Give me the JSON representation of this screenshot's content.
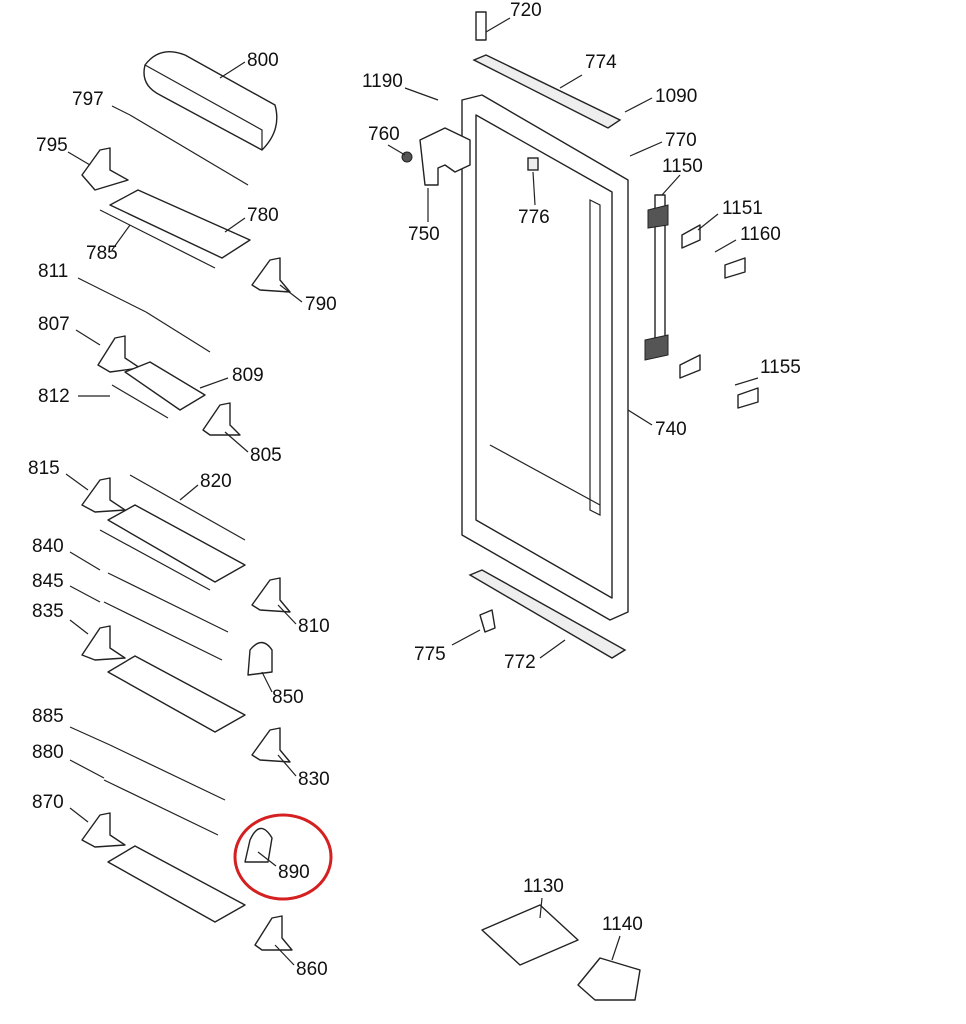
{
  "title": "Refrigerator door and shelf parts diagram",
  "labels": {
    "p800": "800",
    "p797": "797",
    "p795": "795",
    "p780": "780",
    "p785": "785",
    "p790": "790",
    "p811": "811",
    "p807": "807",
    "p809": "809",
    "p812": "812",
    "p805": "805",
    "p815": "815",
    "p820": "820",
    "p840": "840",
    "p845": "845",
    "p835": "835",
    "p810": "810",
    "p850": "850",
    "p885": "885",
    "p830": "830",
    "p880": "880",
    "p870": "870",
    "p890": "890",
    "p860": "860",
    "p720": "720",
    "p774": "774",
    "p1190": "1190",
    "p1090": "1090",
    "p760": "760",
    "p770": "770",
    "p1150": "1150",
    "p776": "776",
    "p750": "750",
    "p1151": "1151",
    "p1160": "1160",
    "p1155": "1155",
    "p740": "740",
    "p775": "775",
    "p772": "772",
    "p1130": "1130",
    "p1140": "1140"
  },
  "highlight": {
    "part": "890",
    "color": "#d42020"
  }
}
